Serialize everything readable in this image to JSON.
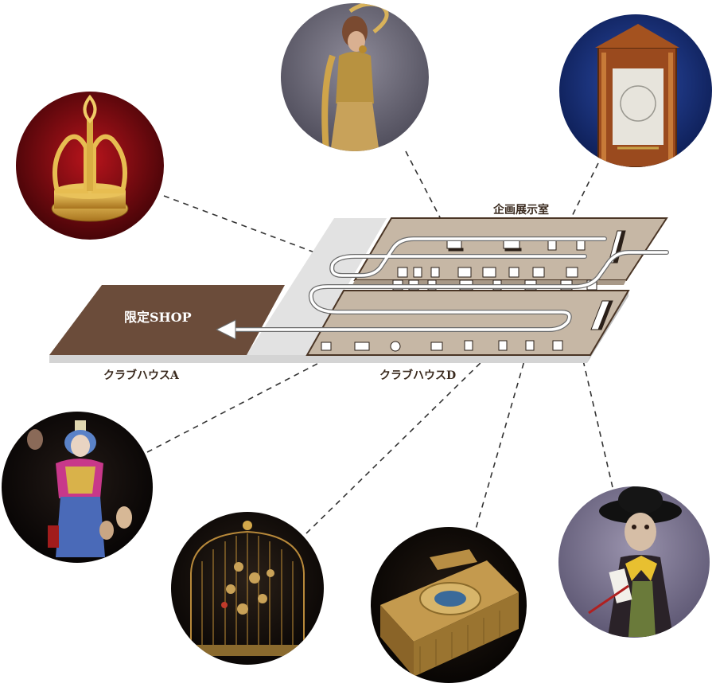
{
  "labels": {
    "exhibition_room": "企画展示室",
    "shop": "限定SHOP",
    "clubhouse_a": "クラブハウスA",
    "clubhouse_d": "クラブハウスD"
  },
  "colors": {
    "floor_brown": "#6b4c3a",
    "floor_tan": "#c6b7a5",
    "corridor_gray": "#e2e2e2",
    "route_line": "#ffffff",
    "leader_line": "#333333"
  },
  "exhibits": [
    {
      "name": "golden-crown-automaton",
      "icon": "crown-icon"
    },
    {
      "name": "snake-charmer-automaton",
      "icon": "figure-icon"
    },
    {
      "name": "disc-music-box-cabinet",
      "icon": "cabinet-icon"
    },
    {
      "name": "clown-mask-automaton",
      "icon": "clown-icon"
    },
    {
      "name": "singing-bird-cage",
      "icon": "birdcage-icon"
    },
    {
      "name": "singing-bird-box",
      "icon": "bird-box-icon"
    },
    {
      "name": "hat-figure-automaton",
      "icon": "hat-figure-icon"
    }
  ]
}
